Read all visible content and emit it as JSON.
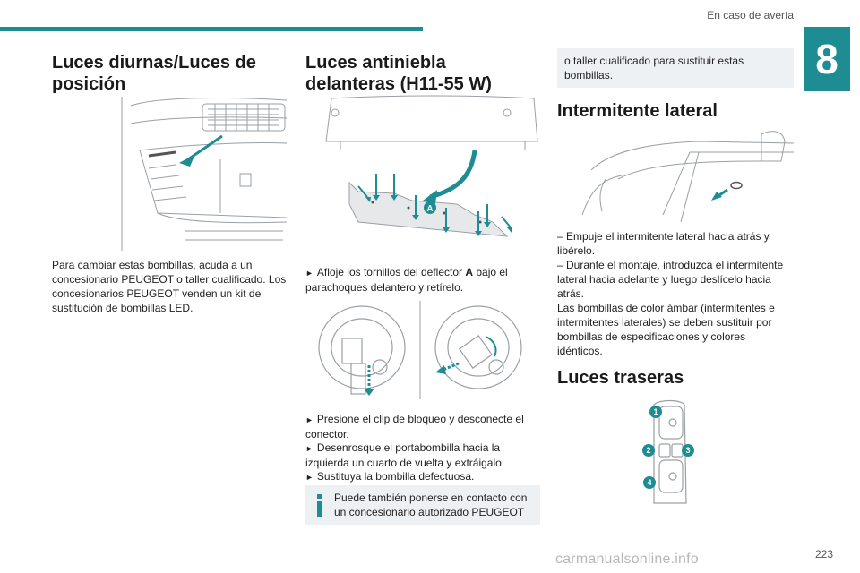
{
  "header": {
    "section": "En caso de avería",
    "chapter": "8"
  },
  "col1": {
    "title": "Luces diurnas/Luces de posición",
    "text": "Para cambiar estas bombillas, acuda a un concesionario PEUGEOT o taller cualificado. Los concesionarios PEUGEOT venden un kit de sustitución de bombillas LED."
  },
  "col2": {
    "title": "Luces antiniebla delanteras (H11-55 W)",
    "callout_a": "A",
    "step1_pre": "Afloje los tornillos del deflector ",
    "step1_bold": "A",
    "step1_post": " bajo el parachoques delantero y retírelo.",
    "step2": "Presione el clip de bloqueo y desconecte el conector.",
    "step3": "Desenrosque el portabombilla hacia la izquierda un cuarto de vuelta y extráigalo.",
    "step4": "Sustituya la bombilla defectuosa.",
    "note": "Puede también ponerse en contacto con un concesionario autorizado PEUGEOT"
  },
  "col3": {
    "note_cont": "o taller cualificado para sustituir estas bombillas.",
    "title_side": "Intermitente lateral",
    "line1": "–  Empuje el intermitente lateral hacia atrás y libérelo.",
    "line2": "–  Durante el montaje, introduzca el intermitente lateral hacia adelante y luego deslícelo hacia atrás.",
    "line3": "Las bombillas de color ámbar (intermitentes e intermitentes laterales) se deben sustituir por bombillas de especificaciones y colores idénticos.",
    "title_rear": "Luces traseras",
    "rear_labels": [
      "1",
      "2",
      "3",
      "4"
    ]
  },
  "footer": {
    "page": "223",
    "watermark": "carmanualsonline.info"
  },
  "colors": {
    "accent": "#1e8c93",
    "note_bg": "#eef1f4"
  }
}
